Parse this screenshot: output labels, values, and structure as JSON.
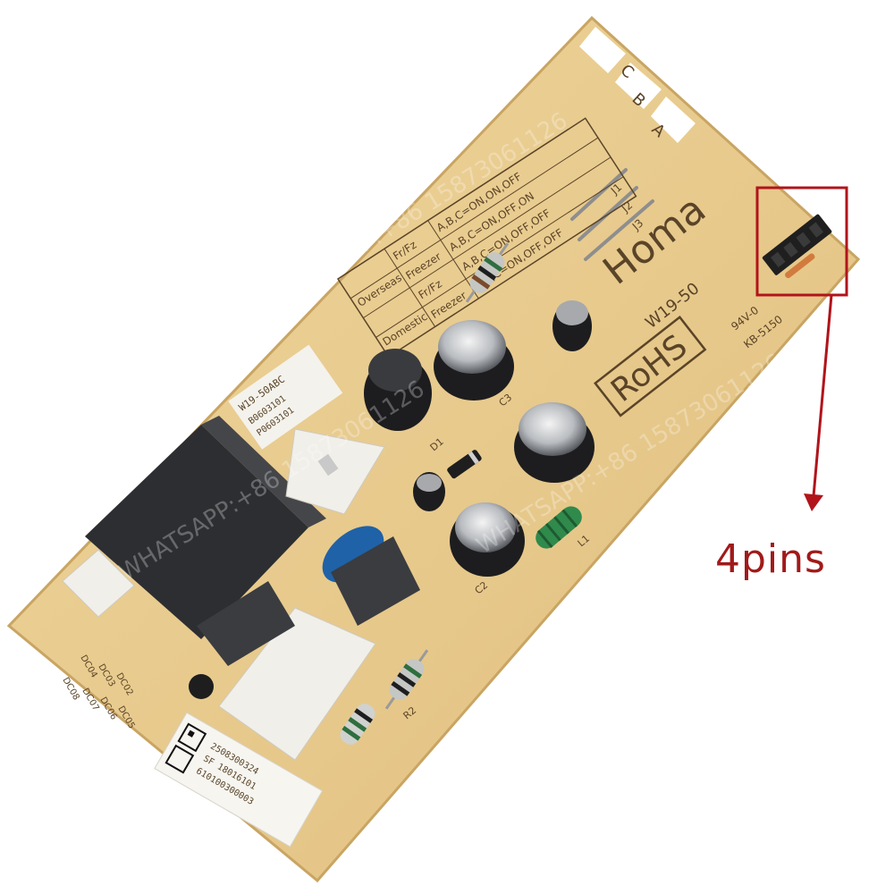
{
  "colors": {
    "board": "#e6c98c",
    "board_edge": "#c9a563",
    "silk": "#5a4428",
    "callout": "#b1141b",
    "component_black": "#1d1d1f",
    "relay_grey": "#2f3033",
    "connector_white": "#f1efe9"
  },
  "board": {
    "silk_brand": "Homa",
    "silk_model": "W19-50",
    "silk_rohs": "RoHS",
    "silk_rating": "94V-0",
    "silk_code": "KB-5150",
    "jumper_letters": [
      "C",
      "B",
      "A"
    ],
    "jumper_labels": [
      "J1",
      "J2",
      "J3"
    ],
    "table": {
      "rows": [
        {
          "market": "Overseas",
          "type": "Fr/Fz",
          "setting": "A,B,C=ON,ON,OFF"
        },
        {
          "market": "",
          "type": "Freezer",
          "setting": "A,B,C=ON,OFF,ON"
        },
        {
          "market": "Domestic",
          "type": "Fr/Fz",
          "setting": "A,B,C=ON,OFF,OFF"
        },
        {
          "market": "",
          "type": "Freezer",
          "setting": "A,B,C=ON,OFF,OFF"
        }
      ]
    },
    "relay_label": [
      "W19-50ABC",
      "B0603101",
      "P0603101"
    ],
    "sticker_codes": [
      "2508300324",
      "SF 18016101",
      "610100300003"
    ],
    "component_labels": [
      "C3",
      "C2",
      "L1",
      "R2",
      "D1"
    ],
    "side_labels": [
      "DC04",
      "DC03",
      "DC02",
      "DC08",
      "DC07",
      "DC06",
      "DC05"
    ]
  },
  "callout": {
    "label": "4pins"
  },
  "watermark": {
    "text": "WHATSAPP:+86 15873061126"
  }
}
